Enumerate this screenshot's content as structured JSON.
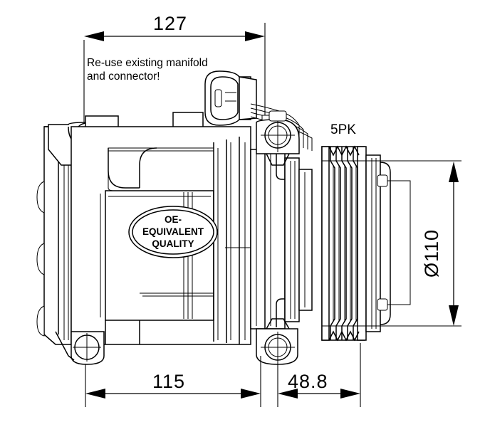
{
  "drawing": {
    "kind": "technical-line-drawing",
    "subject": "air-conditioning-compressor",
    "background_color": "#ffffff",
    "line_color": "#000000"
  },
  "dimensions": {
    "top_width": {
      "label": "127",
      "unit_implied": "mm",
      "orientation": "horizontal",
      "position": "top"
    },
    "bottom_left": {
      "label": "115",
      "unit_implied": "mm",
      "orientation": "horizontal",
      "position": "bottom-left"
    },
    "bottom_right": {
      "label": "48.8",
      "unit_implied": "mm",
      "orientation": "horizontal",
      "position": "bottom-right"
    },
    "right_height": {
      "label": "Ø110",
      "unit_implied": "mm",
      "orientation": "vertical-rotated",
      "position": "right"
    }
  },
  "annotations": {
    "manifold_note": {
      "line1": "Re-use existing manifold",
      "line2": "and connector!"
    },
    "pulley_label": "5PK"
  },
  "quality_badge": {
    "line1": "OE-",
    "line2": "EQUIVALENT",
    "line3": "QUALITY",
    "shape": "double-ellipse"
  }
}
